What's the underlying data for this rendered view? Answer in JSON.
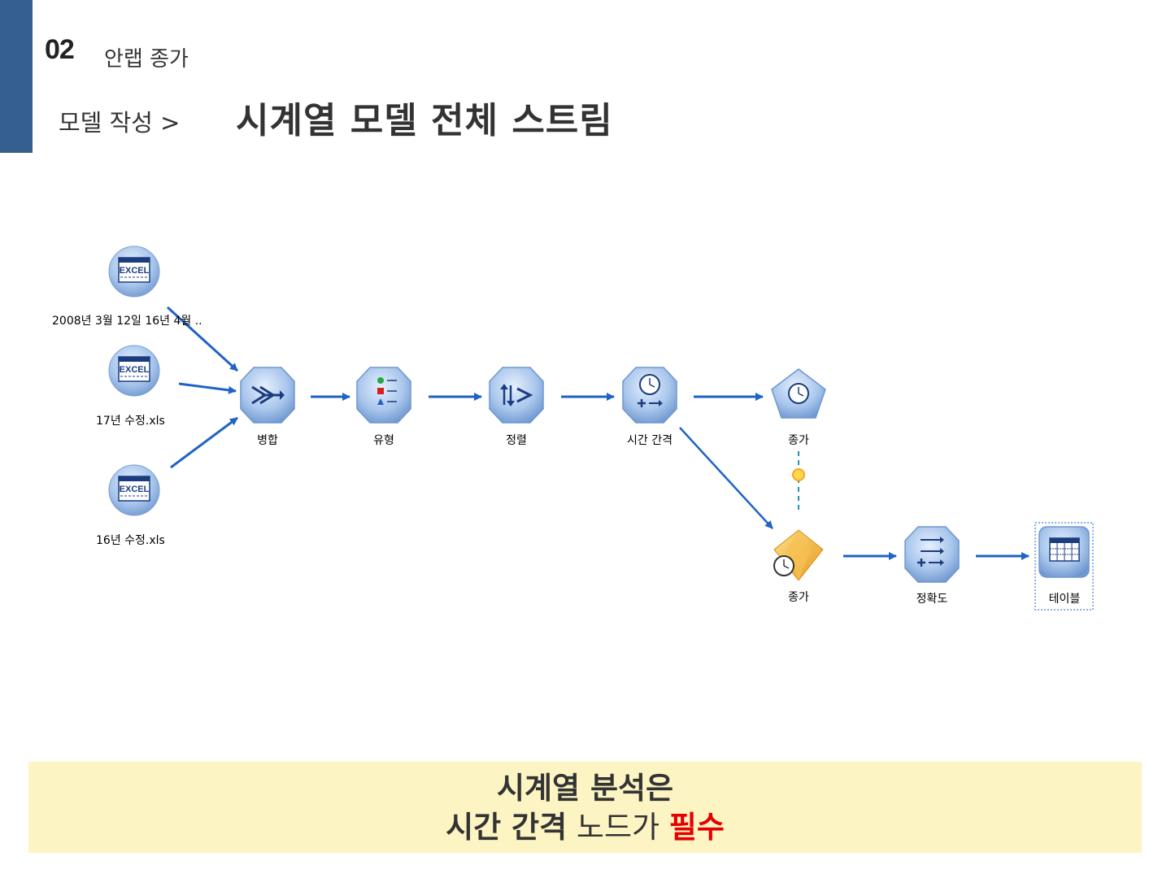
{
  "header": {
    "section_number": "02",
    "section_title": "안랩 종가",
    "breadcrumb": "모델 작성 >",
    "title": "시계열 모델 전체 스트림"
  },
  "stream": {
    "sources": [
      {
        "label": "2008년 3월 12일 16년 4월 ..",
        "icon": "excel-icon"
      },
      {
        "label": "17년 수정.xls",
        "icon": "excel-icon"
      },
      {
        "label": "16년 수정.xls",
        "icon": "excel-icon"
      }
    ],
    "nodes": [
      {
        "label": "병합",
        "icon": "merge-icon"
      },
      {
        "label": "유형",
        "icon": "type-icon"
      },
      {
        "label": "정렬",
        "icon": "sort-icon"
      },
      {
        "label": "시간 간격",
        "icon": "time-interval-icon"
      },
      {
        "label": "종가",
        "icon": "time-series-model-icon"
      },
      {
        "label": "종가",
        "icon": "time-series-nugget-icon"
      },
      {
        "label": "정확도",
        "icon": "analysis-icon"
      },
      {
        "label": "테이블",
        "icon": "table-icon"
      }
    ],
    "colors": {
      "arrow": "#1f63c6",
      "node": "#8fb2e0",
      "nugget": "#f2b13c"
    }
  },
  "callout": {
    "line1": "시계열 분석은",
    "line2_bold": "시간 간격",
    "line2_mid": " 노드가 ",
    "line2_red": "필수"
  }
}
